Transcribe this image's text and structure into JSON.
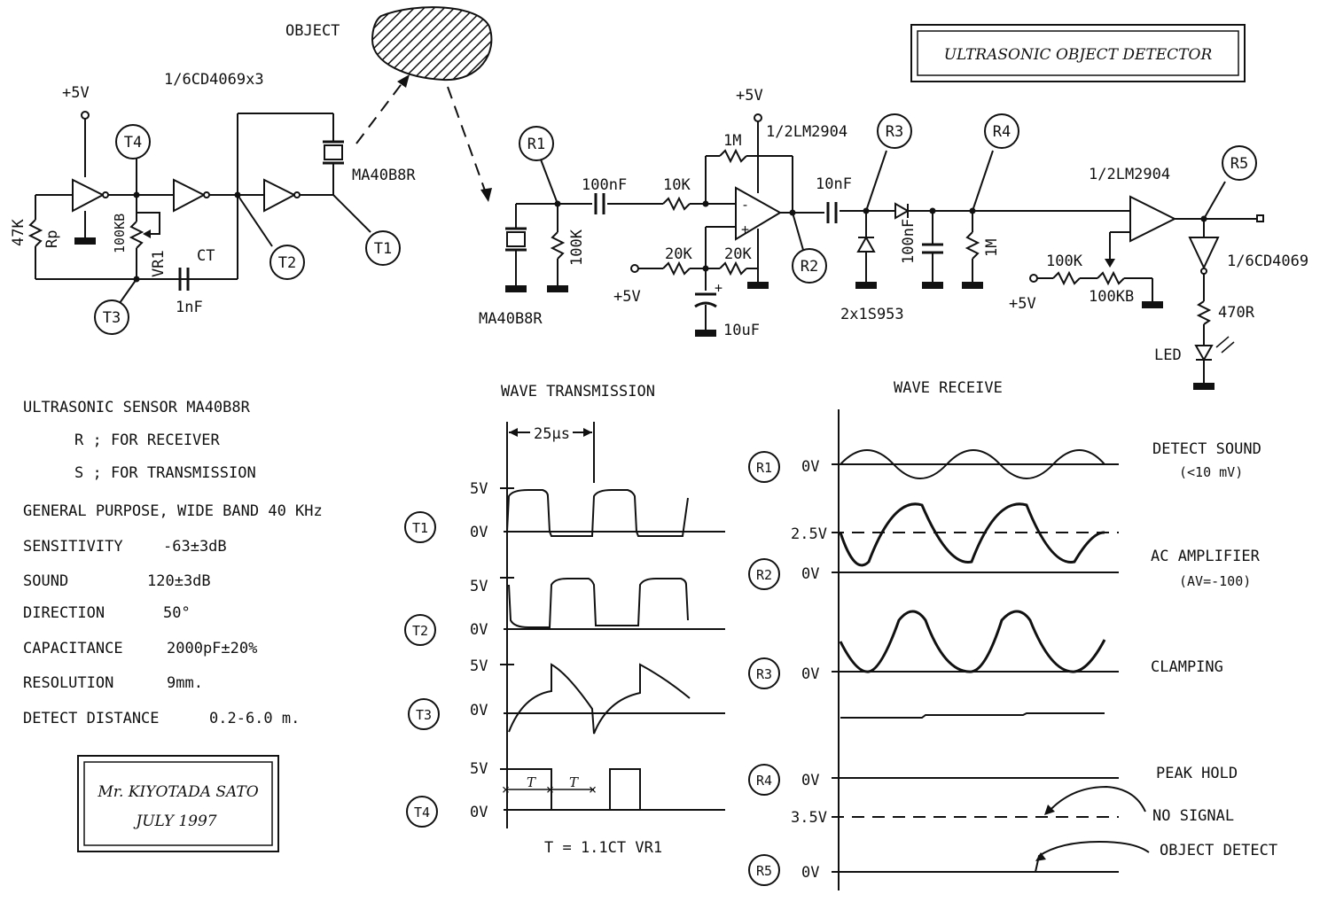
{
  "title": "ULTRASONIC OBJECT DETECTOR",
  "object_label": "OBJECT",
  "author": {
    "name": "Mr. KIYOTADA SATO",
    "date": "JULY 1997"
  },
  "transmitter": {
    "supply": "+5V",
    "ic": "1/6CD4069x3",
    "resistor_47k": "47K",
    "rp": "Rp",
    "pot": "100KB",
    "vr1": "VR1",
    "ct": "CT",
    "cap": "1nF",
    "sensor": "MA40B8R"
  },
  "test_points": {
    "t1": "T1",
    "t2": "T2",
    "t3": "T3",
    "t4": "T4",
    "r1": "R1",
    "r2": "R2",
    "r3": "R3",
    "r4": "R4",
    "r5": "R5"
  },
  "receiver": {
    "sensor": "MA40B8R",
    "r_100k": "100K",
    "c_100nf": "100nF",
    "r_10k": "10K",
    "r_1m": "1M",
    "supply": "+5V",
    "opamp": "1/2LM2904",
    "r_20k_a": "20K",
    "r_20k_b": "20K",
    "supply2": "+5V",
    "c_10uf": "10uF",
    "c_10nf": "10nF",
    "diodes": "2x1S953",
    "c_100nf_b": "100nF",
    "r_1m_b": "1M",
    "opamp2": "1/2LM2904",
    "r_100k_b": "100K",
    "pot_100kb": "100KB",
    "supply3": "+5V",
    "inverter": "1/6CD4069",
    "r_470": "470R",
    "led": "LED"
  },
  "specs": {
    "heading": "ULTRASONIC SENSOR   MA40B8R",
    "r_note": "R ; FOR RECEIVER",
    "s_note": "S ; FOR TRANSMISSION",
    "band": "GENERAL PURPOSE, WIDE BAND   40 KHz",
    "rows": [
      {
        "label": "SENSITIVITY",
        "value": "-63±3dB"
      },
      {
        "label": "SOUND",
        "value": "120±3dB"
      },
      {
        "label": "DIRECTION",
        "value": "50°"
      },
      {
        "label": "CAPACITANCE",
        "value": "2000pF±20%"
      },
      {
        "label": "RESOLUTION",
        "value": "9mm."
      },
      {
        "label": "DETECT DISTANCE",
        "value": "0.2-6.0 m."
      }
    ]
  },
  "wave_tx": {
    "heading": "WAVE TRANSMISSION",
    "period": "25μs",
    "v5": "5V",
    "v0": "0V",
    "tau": "T",
    "formula": "T = 1.1CT VR1"
  },
  "wave_rx": {
    "heading": "WAVE RECEIVE",
    "v0": "0V",
    "v25": "2.5V",
    "v35": "3.5V",
    "notes": {
      "detect_sound": "DETECT SOUND",
      "detect_sound_sub": "(<10 mV)",
      "ac_amp": "AC AMPLIFIER",
      "ac_amp_sub": "(AV=-100)",
      "clamping": "CLAMPING",
      "peak_hold": "PEAK HOLD",
      "no_signal": "NO SIGNAL",
      "object_detect": "OBJECT DETECT"
    }
  }
}
